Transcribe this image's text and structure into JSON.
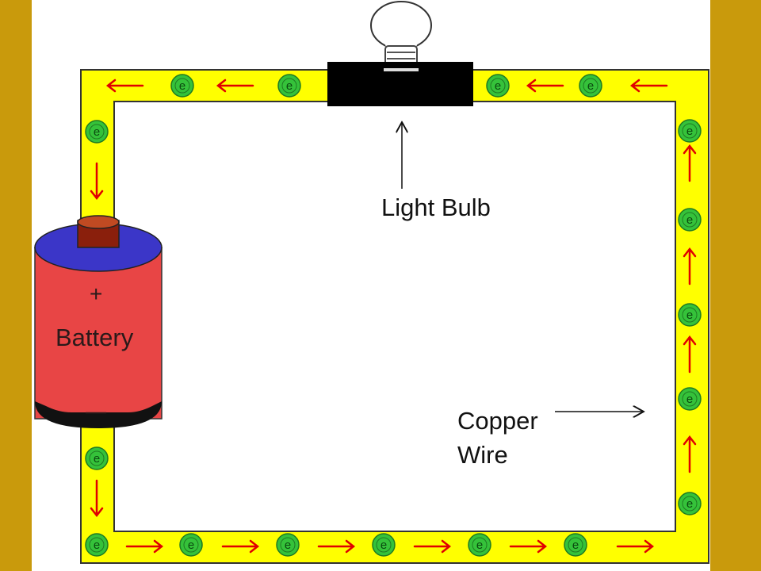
{
  "labels": {
    "light_bulb": "Light Bulb",
    "battery": "Battery",
    "plus": "+",
    "minus": "—",
    "copper_line1": "Copper",
    "copper_line2": "Wire"
  },
  "electron": {
    "symbol": "e"
  },
  "colors": {
    "frame": "#c99a0c",
    "background": "#ffffff",
    "wire": "#ffff00",
    "wire_outline": "#333333",
    "electron_fill": "#35c23a",
    "electron_stroke": "#1f7a22",
    "arrow": "#e00000",
    "battery_body": "#e84545",
    "battery_top": "#3b36c8",
    "battery_terminal": "#8a1f0c",
    "battery_base": "#111111",
    "bulb_holder": "#000000"
  },
  "icons": {
    "electron": "green-circle-e",
    "flow_arrow": "red-arrow",
    "bulb": "light-bulb-icon",
    "battery": "battery-icon"
  }
}
